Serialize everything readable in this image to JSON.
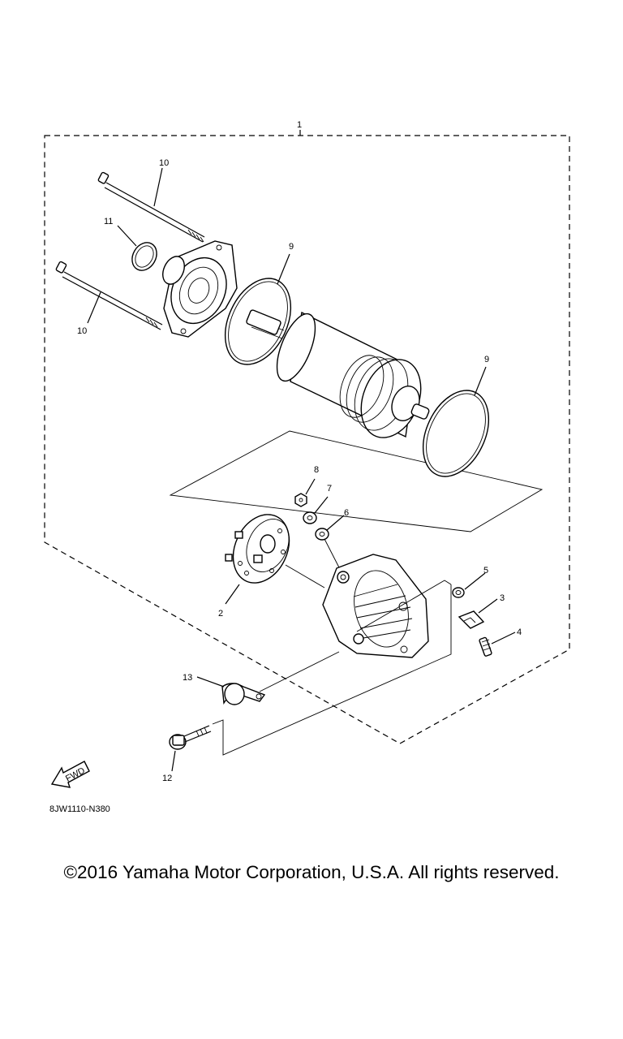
{
  "diagram": {
    "callouts": [
      "1",
      "2",
      "3",
      "4",
      "5",
      "6",
      "7",
      "8",
      "9",
      "9",
      "10",
      "10",
      "11",
      "12",
      "13"
    ],
    "drawing_code": "8JW1110-N380",
    "fwd_label": "FWD"
  },
  "footer": {
    "copyright": "©2016 Yamaha Motor Corporation, U.S.A. All rights reserved."
  }
}
